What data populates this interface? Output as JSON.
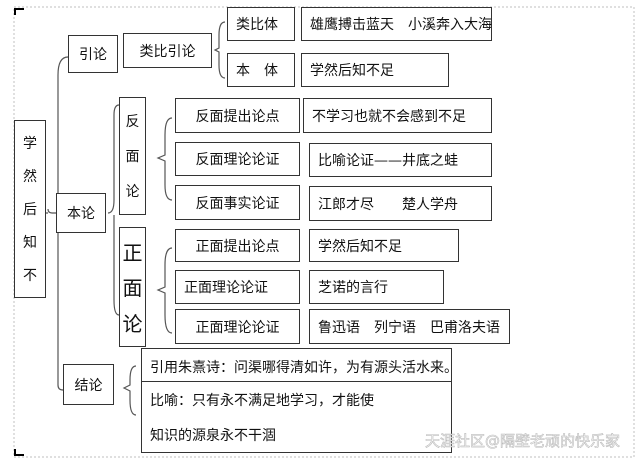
{
  "title_chars": [
    "学",
    "然",
    "后",
    "知",
    "不"
  ],
  "intro": {
    "label": "引论",
    "method": "类比引论",
    "rows": [
      {
        "label": "类比体",
        "content": "雄鹰搏击蓝天　小溪奔入大海"
      },
      {
        "label": "本　体",
        "content": "学然后知不足"
      }
    ]
  },
  "body": {
    "label": "本论",
    "negative": {
      "chars": [
        "反",
        "面",
        "论"
      ],
      "rows": [
        {
          "label": "反面提出论点",
          "content": "不学习也就不会感到不足"
        },
        {
          "label": "反面理论论证",
          "content": "比喻论证——井底之蛙"
        },
        {
          "label": "反面事实论证",
          "content": "江郎才尽　　楚人学舟"
        }
      ]
    },
    "positive": {
      "chars": [
        "正",
        "面",
        "论"
      ],
      "rows": [
        {
          "label": "正面提出论点",
          "content": "学然后知不足"
        },
        {
          "label": "正面理论论证",
          "content": "芝诺的言行"
        },
        {
          "label": "正面理论论证",
          "content": "鲁迅语　列宁语　巴甫洛夫语"
        }
      ]
    }
  },
  "conclusion": {
    "label": "结论",
    "line1": "引用朱熹诗：问渠哪得清如许，为有源头活水来。",
    "line2": "比喻：只有永不满足地学习，才能使",
    "line3": "知识的源泉永不干涸"
  },
  "watermark": "天涯社区@隔壁老顽的快乐家"
}
